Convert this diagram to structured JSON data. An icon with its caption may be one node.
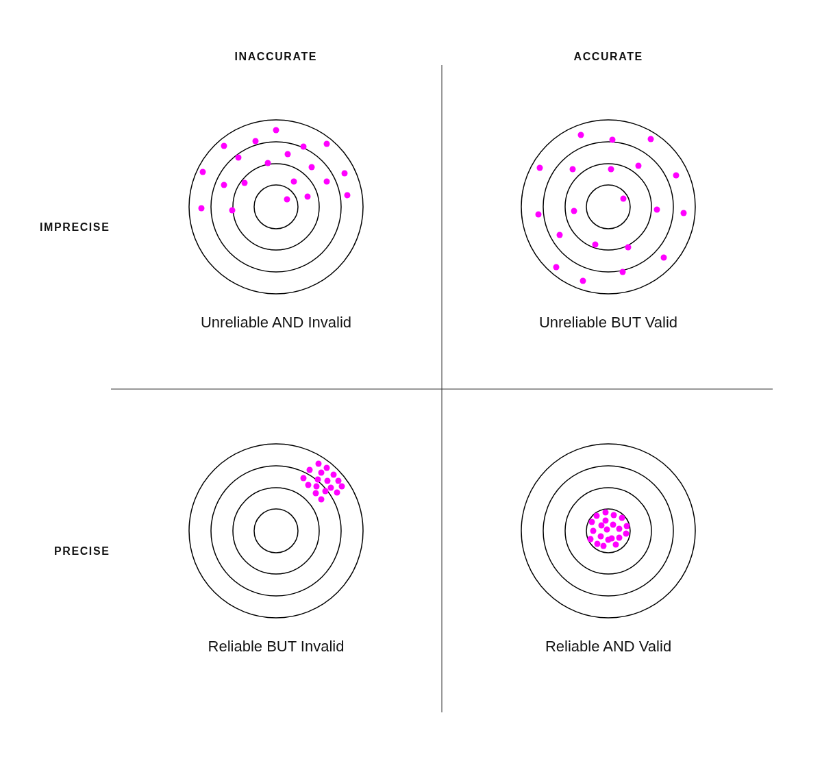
{
  "diagram": {
    "nodes": [
      {
        "text": [
          "Unreliable AND Invalid"
        ]
      },
      {
        "text": [
          "Unreliable BUT Valid"
        ]
      },
      {
        "text": [
          "Reliable BUT Invalid"
        ]
      },
      {
        "text": [
          "Reliable AND Valid"
        ]
      }
    ],
    "labels": [
      "INACCURATE",
      "ACCURATE",
      "IMPRECISE",
      "PRECISE"
    ]
  }
}
